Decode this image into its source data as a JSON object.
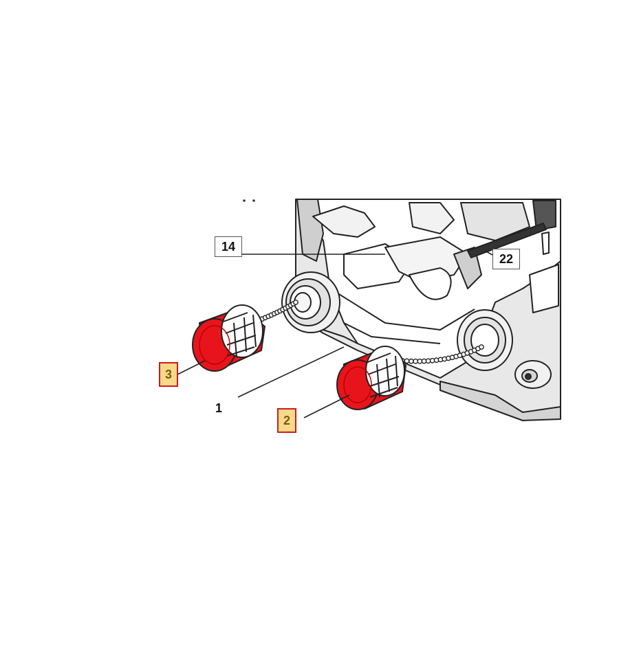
{
  "diagram": {
    "callouts": [
      {
        "id": "c14",
        "label": "14",
        "style": "boxed"
      },
      {
        "id": "c22",
        "label": "22",
        "style": "boxed"
      },
      {
        "id": "c1",
        "label": "1",
        "style": "plain"
      },
      {
        "id": "c2",
        "label": "2",
        "style": "highlighted"
      },
      {
        "id": "c3",
        "label": "3",
        "style": "highlighted"
      }
    ],
    "colors": {
      "cap_red": "#e8141c",
      "highlight_fill": "#f9d98a",
      "highlight_border": "#cc1b1b",
      "line": "#222222",
      "housing_grey": "#e6e6e6"
    }
  }
}
